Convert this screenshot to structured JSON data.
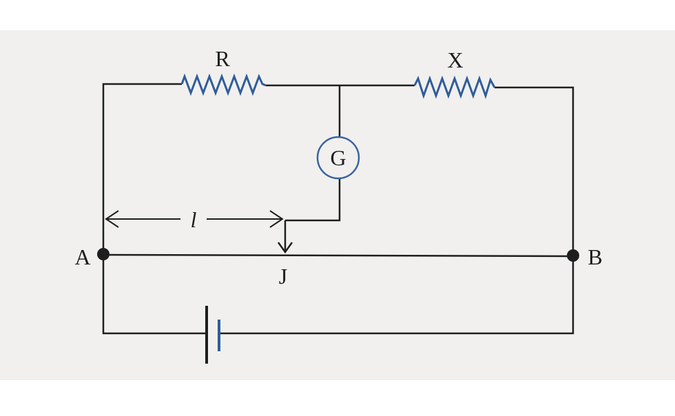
{
  "labels": {
    "resistor_r": "R",
    "resistor_x": "X",
    "galvanometer": "G",
    "length": "l",
    "end_a": "A",
    "end_b": "B",
    "jockey": "J"
  },
  "colors": {
    "wire": "#1e1e1e",
    "resistor": "#2f5d9a",
    "galvanometer_ring": "#3b64a0",
    "battery_short_plate": "#2f5d9a",
    "paper": "#f1f0ee"
  }
}
